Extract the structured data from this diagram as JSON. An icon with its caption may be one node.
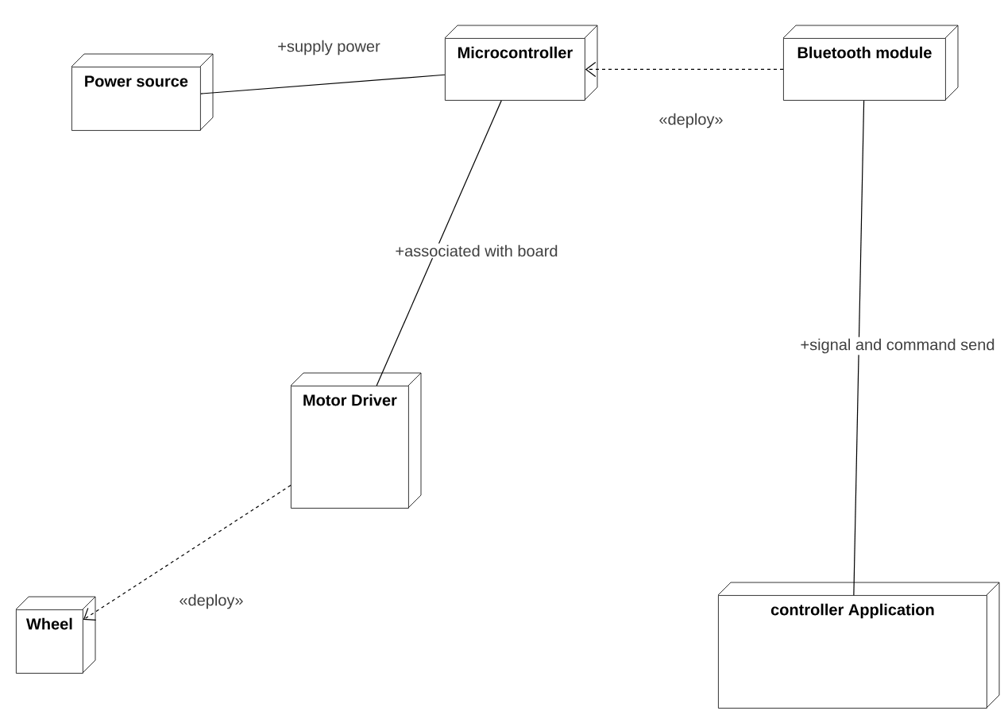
{
  "diagram": {
    "nodes": [
      {
        "text": [
          "Power source"
        ]
      },
      {
        "text": [
          "Microcontroller"
        ]
      },
      {
        "text": [
          "Bluetooth module"
        ]
      },
      {
        "text": [
          "Motor Driver"
        ]
      },
      {
        "text": [
          "Wheel"
        ]
      },
      {
        "text": [
          "controller Application"
        ]
      }
    ],
    "edges": [
      {
        "from": 0,
        "to": 1,
        "arrow": "none",
        "label": "+supply power"
      },
      {
        "from": 2,
        "to": 1,
        "arrow": "to",
        "style": "dashed",
        "label": "«deploy»"
      },
      {
        "from": 1,
        "to": 3,
        "arrow": "none",
        "label": "+associated with board"
      },
      {
        "from": 3,
        "to": 4,
        "arrow": "to",
        "style": "dashed",
        "label": "«deploy»"
      },
      {
        "from": 2,
        "to": 5,
        "arrow": "none",
        "label": "+signal and command send"
      }
    ]
  }
}
